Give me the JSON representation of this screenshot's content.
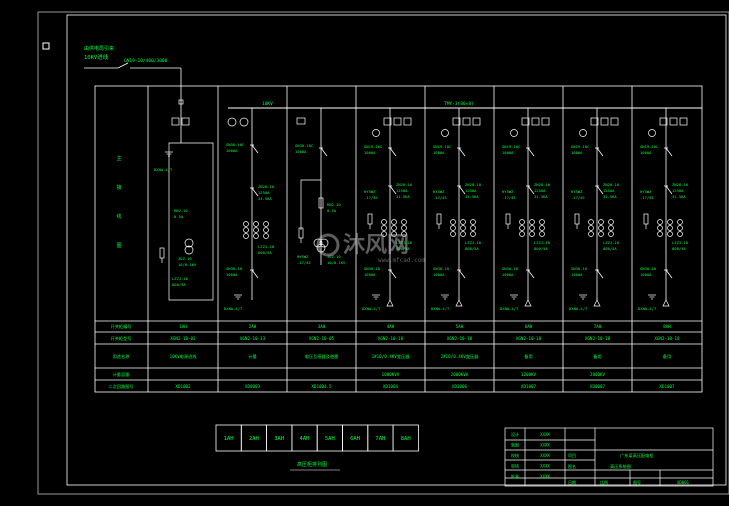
{
  "incoming": {
    "label_line1": "由供电局引来",
    "label_line2": "10KV进线",
    "breaker": "GN19-10/400/3000"
  },
  "bus": {
    "left_label": "10KV",
    "right_label": "TMY-3(80×8)"
  },
  "left_side_text": [
    "主",
    "接",
    "线",
    "图"
  ],
  "panel_labels": {
    "current_transformer": "LZZJ-10",
    "disconnector_sample": "GN19-10C",
    "breaker_sample": "ZN28-10",
    "arrester": "HY5WZ -17/45",
    "grounding": "DXNA-4/T",
    "fuse": "RN2-10",
    "pt": "JDZ-10"
  },
  "table": {
    "row_headers": [
      "开关柜编号",
      "开关柜型号",
      "用途名称",
      "计量容量",
      "二次回路图号"
    ],
    "cabinet_no": [
      "1AH",
      "2AH",
      "3AH",
      "4AH",
      "5AH",
      "6AH",
      "7AH",
      "8AH"
    ],
    "models": [
      "XGN2-10-02",
      "XGN2-10-33",
      "XGN2-10-05",
      "XGN2-10-18",
      "XGN2-10-18",
      "XGN2-10-18",
      "XGN2-10-18",
      "XGN2-10-18"
    ],
    "usage": [
      "10KV电源进线",
      "计量",
      "电压互感器及避雷",
      "1#10/0.4KV变压器",
      "2#10/0.4KV变压器",
      "备用",
      "备用",
      "备用"
    ],
    "capacity": [
      "",
      "",
      "",
      "1000KVA",
      "2000KVA",
      "1200KV",
      "2000KV",
      ""
    ],
    "drawing": [
      "XD1002",
      "XD0003",
      "XD1004.5",
      "XD1004",
      "XD1006",
      "XD1007",
      "XD0007",
      "XD1007"
    ]
  },
  "layout_row": {
    "items": [
      "1AH",
      "2AH",
      "3AH",
      "4AH",
      "5AH",
      "6AH",
      "7AH",
      "8AH"
    ],
    "caption": "高压柜排列图"
  },
  "title_block": {
    "left_labels": [
      "设计",
      "制图",
      "校核",
      "审核",
      "批准"
    ],
    "mid_labels": [
      "XXXX",
      "XXXX",
      "XXXX",
      "XXXX",
      "XXXX"
    ],
    "project": "广东某高压配电柜",
    "drawing_title": "高压系统图",
    "drawing_no_label": "图号",
    "drawing_no": "XD001",
    "scale_label": "比例",
    "sheet_label": "张",
    "date_label": "日期",
    "item_label": "项目",
    "name_label": "图名"
  },
  "watermark": {
    "brand": "沐风网",
    "url": "www.mfcad.com"
  },
  "colors": {
    "background": "#000000",
    "white": "#ffffff",
    "green": "#00ff3c",
    "gray": "#bdbdbd"
  }
}
